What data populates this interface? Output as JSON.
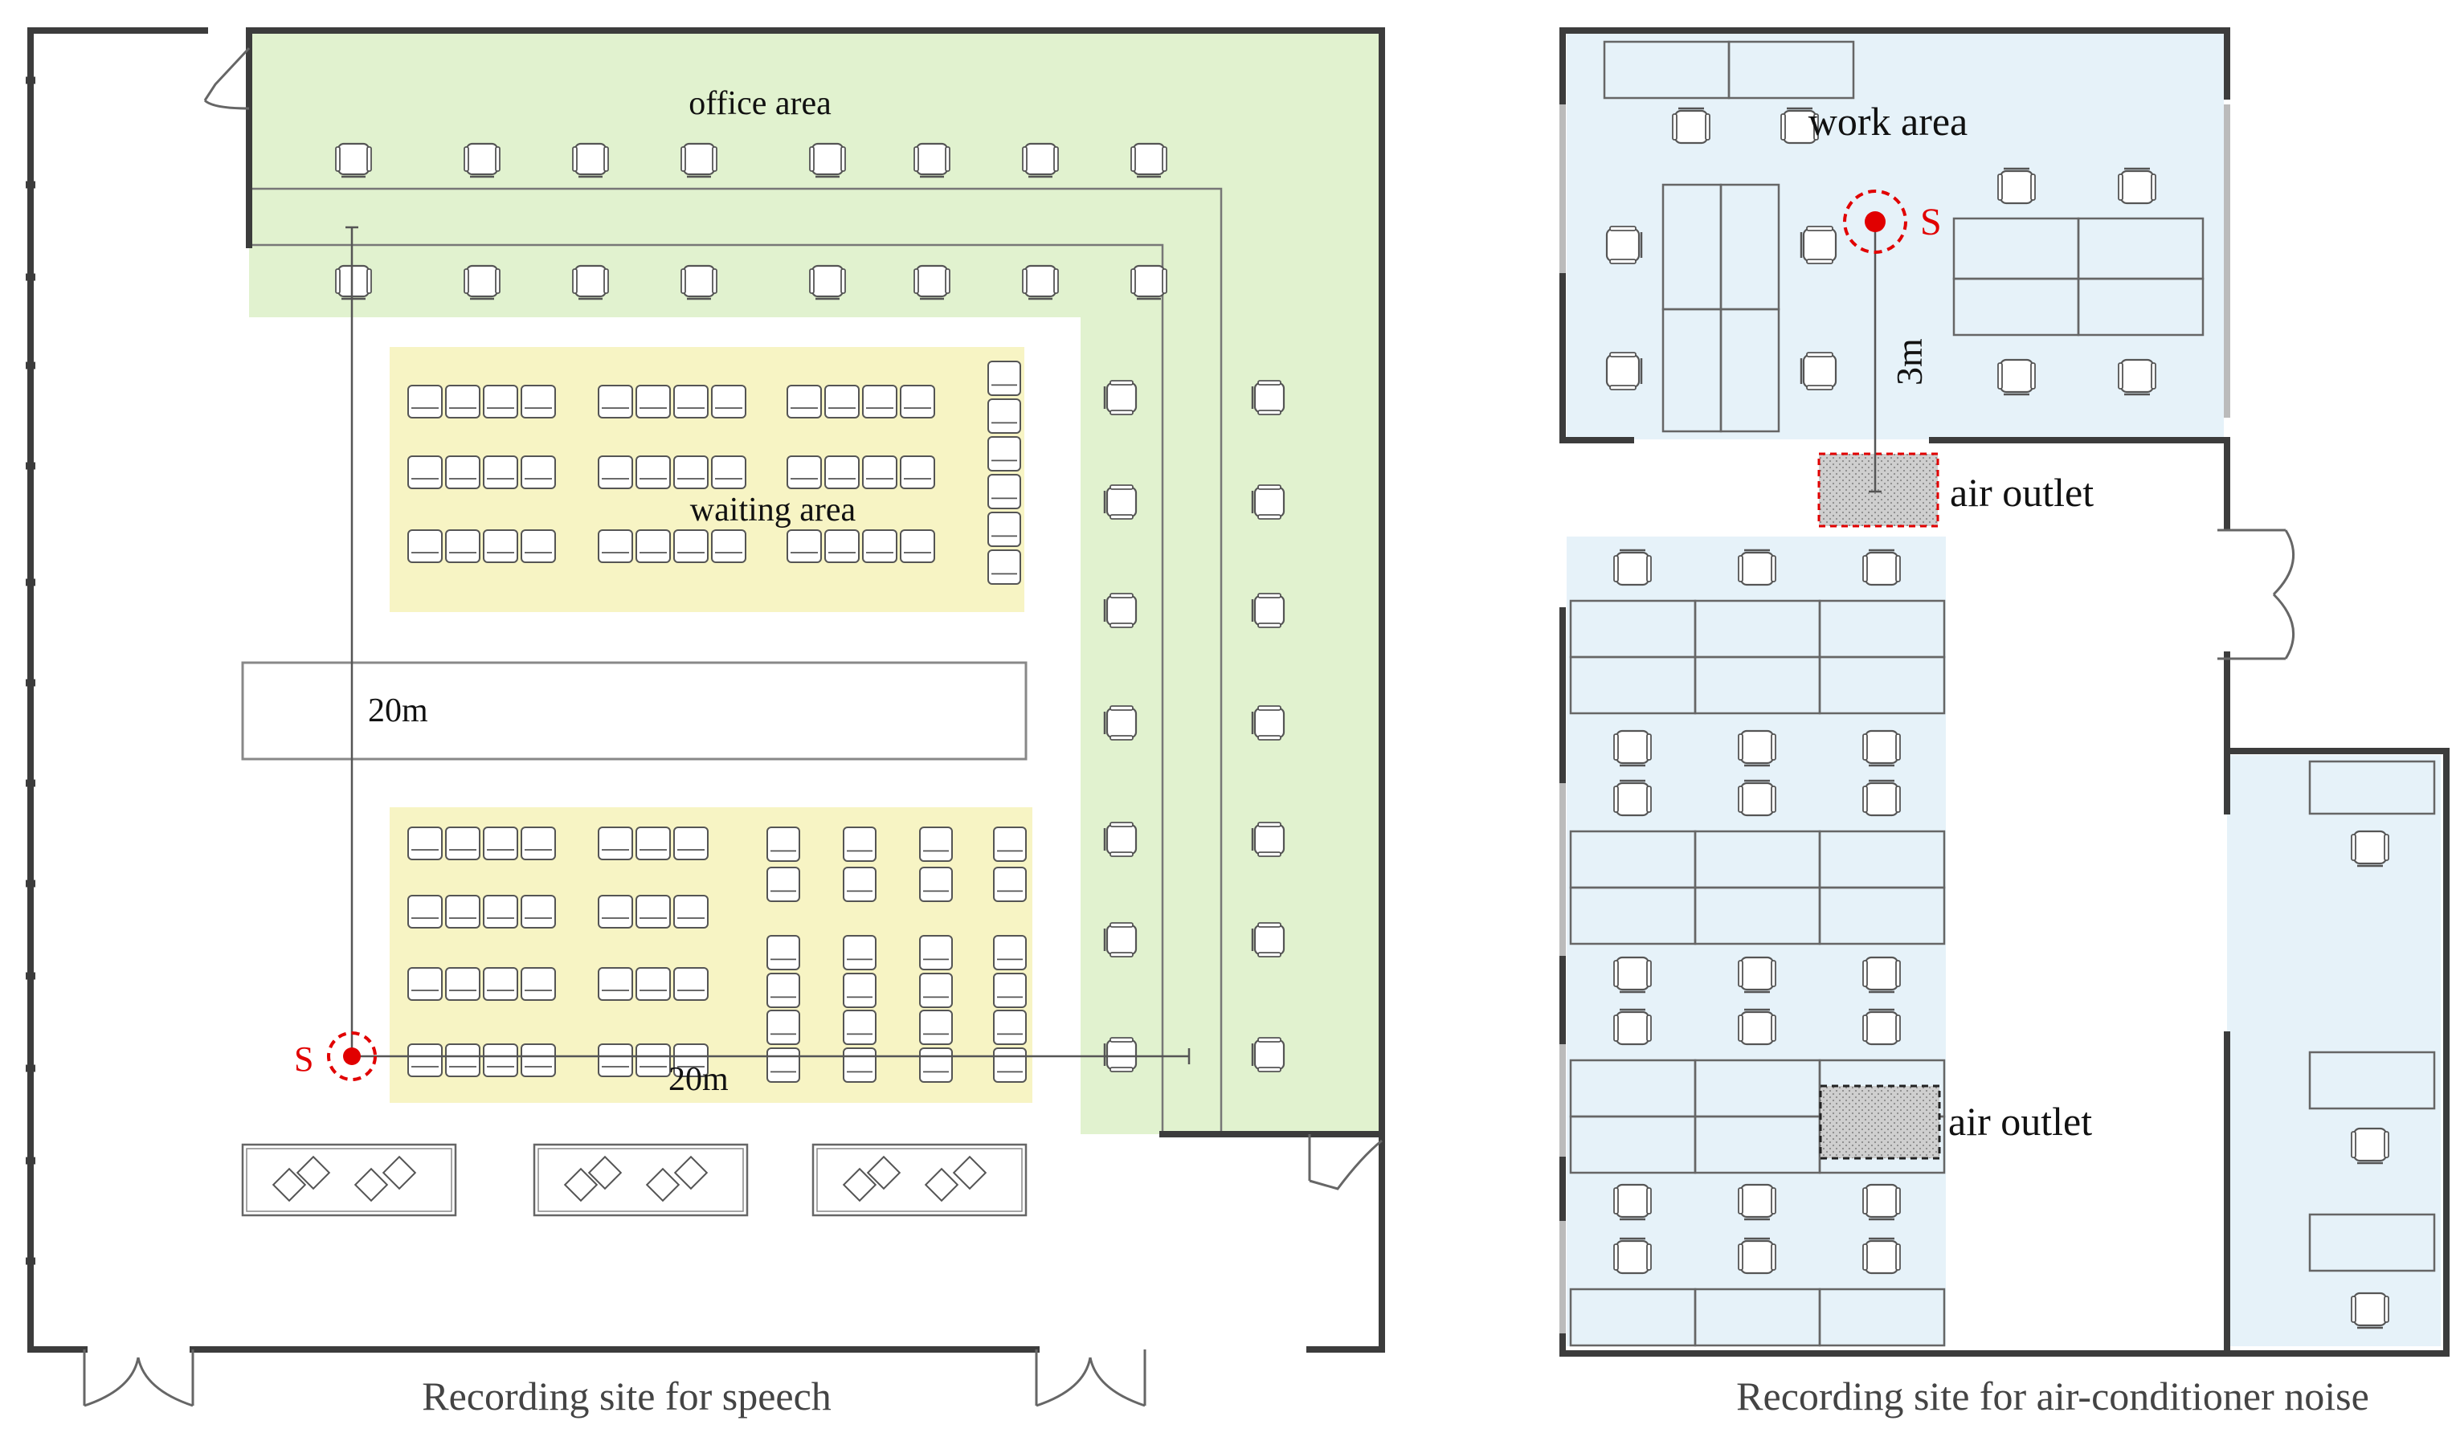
{
  "colors": {
    "office_fill": "#e1f2cf",
    "waiting_fill": "#f7f4c4",
    "work_fill": "#e6f2f9",
    "wall": "#3c3c3c",
    "line": "#777777",
    "source_red": "#e10000",
    "vent_fill": "#cfcfcf",
    "text": "#111111",
    "caption": "#444444"
  },
  "left_plan": {
    "office_label": "office area",
    "waiting_label": "waiting area",
    "dim_vertical": "20m",
    "dim_horizontal": "20m",
    "source_label": "S",
    "caption": "Recording site for speech"
  },
  "right_plan": {
    "work_label": "work area",
    "source_label": "S",
    "dim_label": "3m",
    "air_outlet_top": "air outlet",
    "air_outlet_bottom": "air outlet",
    "caption": "Recording site for air-conditioner noise"
  },
  "icons": [
    "chair-icon",
    "sofa-icon",
    "door-icon",
    "sound-source-icon",
    "air-outlet-icon",
    "round-table-icon"
  ]
}
